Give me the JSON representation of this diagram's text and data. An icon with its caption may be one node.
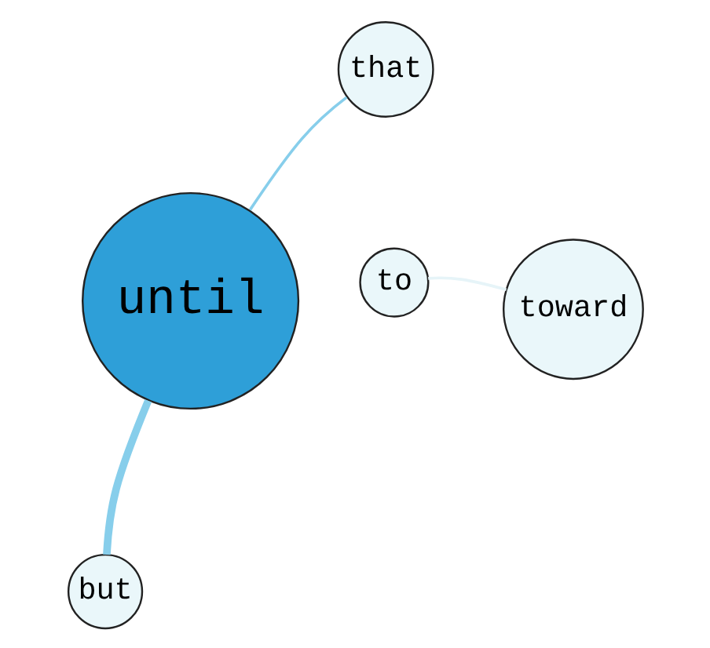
{
  "diagram": {
    "nodes": [
      {
        "text": [
          "to"
        ]
      },
      {
        "text": [
          "toward"
        ]
      },
      {
        "text": [
          "until"
        ]
      },
      {
        "text": [
          "that"
        ]
      },
      {
        "text": [
          "but"
        ]
      }
    ],
    "edges": [
      {
        "from": 0,
        "to": 1,
        "arrow": "none",
        "color": "#e6f4f8"
      },
      {
        "from": 2,
        "to": 3,
        "arrow": "none"
      },
      {
        "from": 2,
        "to": 4,
        "arrow": "none",
        "style": "thick"
      }
    ]
  }
}
